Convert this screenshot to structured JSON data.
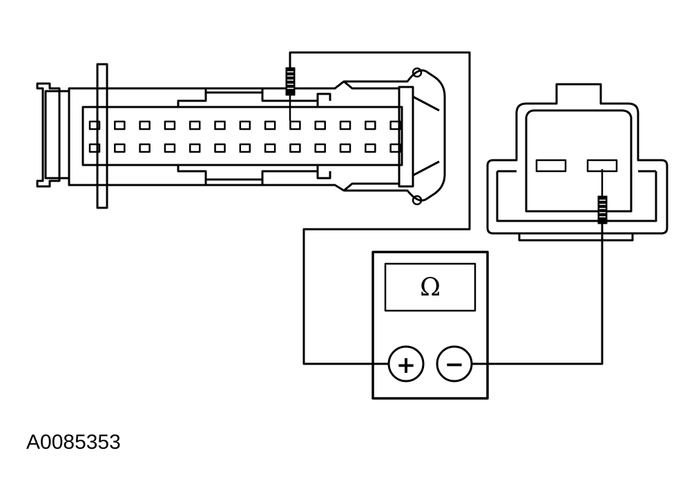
{
  "figure_id": "A0085353",
  "meter": {
    "display_symbol": "Ω",
    "positive_terminal": "+",
    "negative_terminal": "−"
  },
  "connectors": {
    "large_pin_rows": 2,
    "large_pins_per_row": 13,
    "probed_large_pin": {
      "row": 1,
      "column": 9
    },
    "small_pin_count": 2,
    "probed_small_pin": 2
  },
  "colors": {
    "line": "#000000",
    "background": "#ffffff"
  }
}
